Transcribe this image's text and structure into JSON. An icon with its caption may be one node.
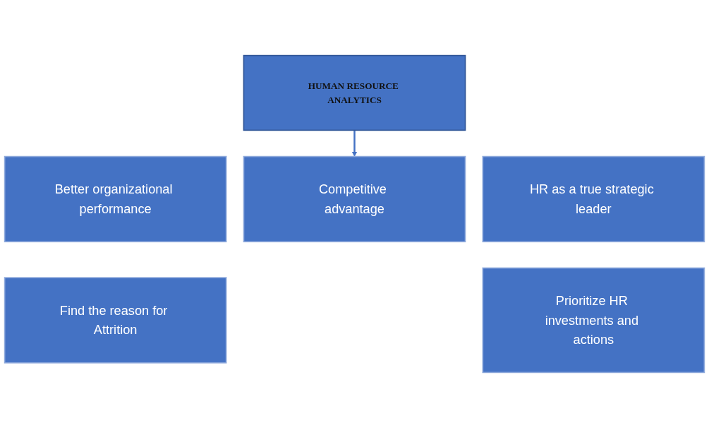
{
  "diagram": {
    "nodes": [
      {
        "text": [
          "HUMAN RESOURCE ANALYTICS"
        ]
      },
      {
        "text": [
          "Better organizational performance"
        ]
      },
      {
        "text": [
          "Competitive advantage"
        ]
      },
      {
        "text": [
          "HR as a true strategic leader"
        ]
      },
      {
        "text": [
          "Find the reason for Attrition"
        ]
      },
      {
        "text": [
          "Prioritize HR investments and actions"
        ]
      }
    ],
    "edges": [
      {
        "from": 0,
        "to": 2,
        "arrow": "to"
      }
    ]
  }
}
